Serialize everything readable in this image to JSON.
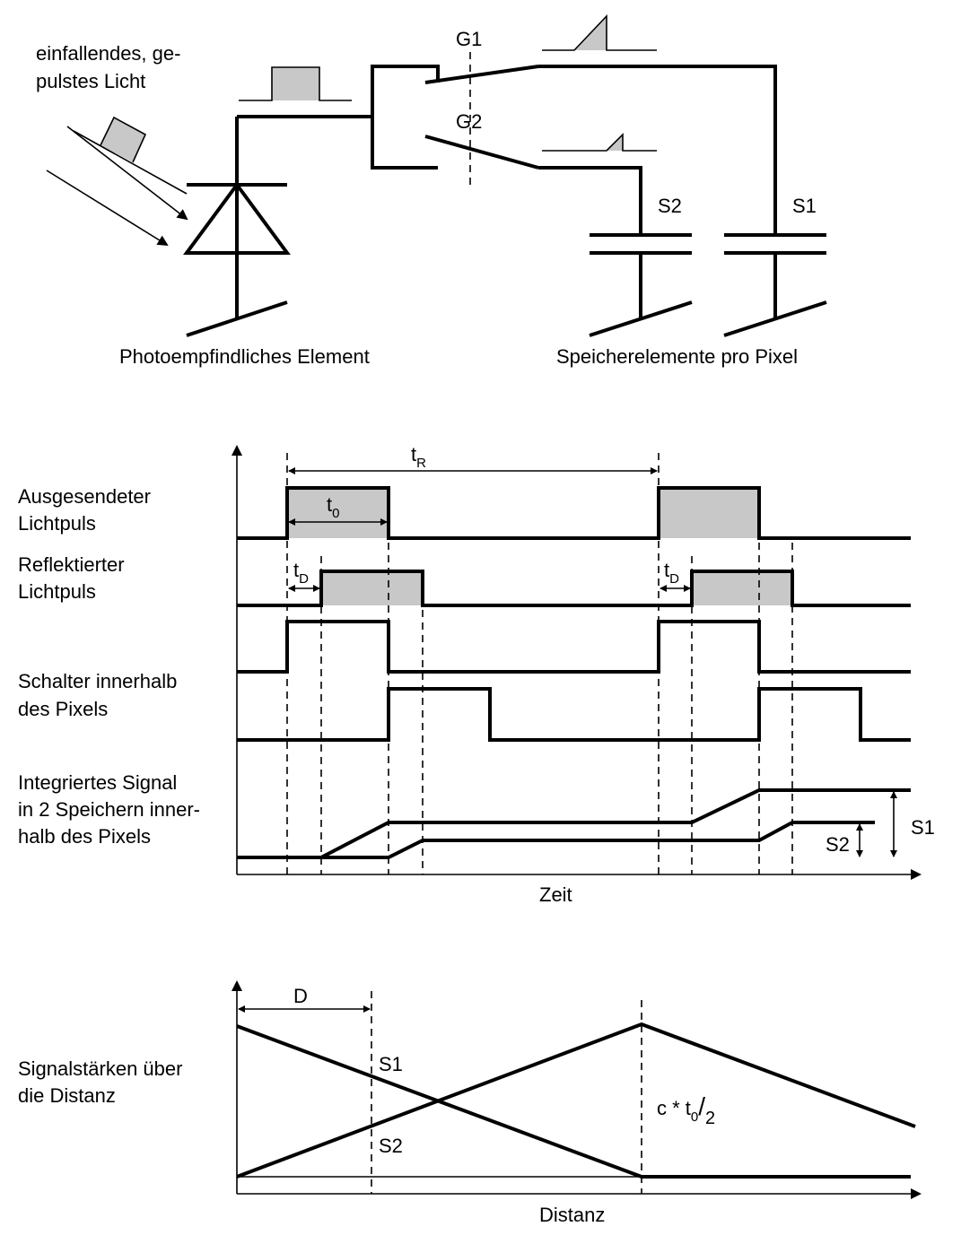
{
  "circuit": {
    "incident_light_line1": "einfallendes, ge-",
    "incident_light_line2": "pulstes Licht",
    "gate1": "G1",
    "gate2": "G2",
    "storage1": "S1",
    "storage2": "S2",
    "photo_element": "Photoempfindliches Element",
    "storage_elements": "Speicherelemente pro Pixel"
  },
  "timing": {
    "emitted_line1": "Ausgesendeter",
    "emitted_line2": "Lichtpuls",
    "reflected_line1": "Reflektierter",
    "reflected_line2": "Lichtpuls",
    "switch_line1": "Schalter innerhalb",
    "switch_line2": "des Pixels",
    "integrated_line1": "Integriertes Signal",
    "integrated_line2": "in 2 Speichern inner-",
    "integrated_line3": "halb des Pixels",
    "tR_main": "t",
    "tR_sub": "R",
    "t0_main": "t",
    "t0_sub": "0",
    "tD_main": "t",
    "tD_sub": "D",
    "s1": "S1",
    "s2": "S2",
    "xlabel": "Zeit"
  },
  "distance": {
    "label_line1": "Signalstärken über",
    "label_line2": "die Distanz",
    "D": "D",
    "s1": "S1",
    "s2": "S2",
    "formula_prefix": "c * t",
    "formula_sub": "0",
    "formula_suffix": "/",
    "formula_denominator": "2",
    "xlabel": "Distanz"
  }
}
